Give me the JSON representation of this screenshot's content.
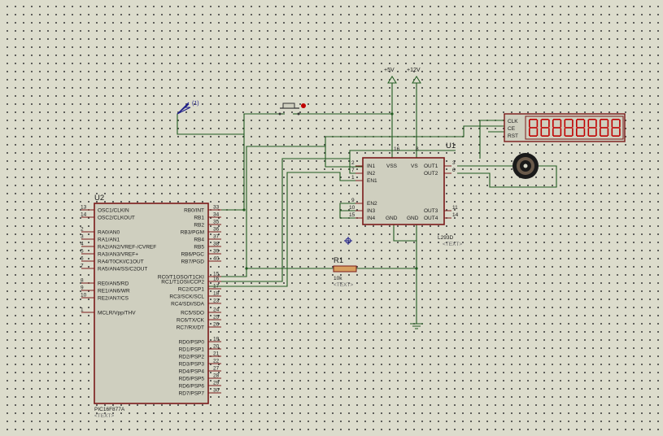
{
  "u2": {
    "ref": "U2",
    "part": "PIC16F877A",
    "text": "<TEXT>",
    "left_pins": [
      {
        "num": "13",
        "label": "OSC1/CLKIN"
      },
      {
        "num": "14",
        "label": "OSC2/CLKOUT"
      },
      {
        "num": "2",
        "label": "RA0/AN0"
      },
      {
        "num": "3",
        "label": "RA1/AN1"
      },
      {
        "num": "4",
        "label": "RA2/AN2/VREF-/CVREF"
      },
      {
        "num": "5",
        "label": "RA3/AN3/VREF+"
      },
      {
        "num": "6",
        "label": "RA4/T0CKI/C1OUT"
      },
      {
        "num": "7",
        "label": "RA5/AN4/SS/C2OUT"
      },
      {
        "num": "8",
        "label": "RE0/AN5/RD"
      },
      {
        "num": "9",
        "label": "RE1/AN6/WR"
      },
      {
        "num": "10",
        "label": "RE2/AN7/CS"
      },
      {
        "num": "1",
        "label": "MCLR/Vpp/THV"
      }
    ],
    "right_pins": [
      {
        "num": "33",
        "label": "RB0/INT"
      },
      {
        "num": "34",
        "label": "RB1"
      },
      {
        "num": "35",
        "label": "RB2"
      },
      {
        "num": "36",
        "label": "RB3/PGM"
      },
      {
        "num": "37",
        "label": "RB4"
      },
      {
        "num": "38",
        "label": "RB5"
      },
      {
        "num": "39",
        "label": "RB6/PGC"
      },
      {
        "num": "40",
        "label": "RB7/PGD"
      },
      {
        "num": "15",
        "label": "RC0/T1OSO/T1CKI"
      },
      {
        "num": "16",
        "label": "RC1/T1OSI/CCP2"
      },
      {
        "num": "17",
        "label": "RC2/CCP1"
      },
      {
        "num": "18",
        "label": "RC3/SCK/SCL"
      },
      {
        "num": "23",
        "label": "RC4/SDI/SDA"
      },
      {
        "num": "24",
        "label": "RC5/SDO"
      },
      {
        "num": "25",
        "label": "RC6/TX/CK"
      },
      {
        "num": "26",
        "label": "RC7/RX/DT"
      },
      {
        "num": "19",
        "label": "RD0/PSP0"
      },
      {
        "num": "20",
        "label": "RD1/PSP1"
      },
      {
        "num": "21",
        "label": "RD2/PSP2"
      },
      {
        "num": "22",
        "label": "RD3/PSP3"
      },
      {
        "num": "27",
        "label": "RD4/PSP4"
      },
      {
        "num": "28",
        "label": "RD5/PSP5"
      },
      {
        "num": "29",
        "label": "RD6/PSP6"
      },
      {
        "num": "30",
        "label": "RD7/PSP7"
      }
    ]
  },
  "u1": {
    "ref": "U1",
    "part": "L293D",
    "text": "<TEXT>",
    "pins": {
      "in1": {
        "num": "2",
        "label": "IN1"
      },
      "in2": {
        "num": "7",
        "label": "IN2"
      },
      "en1": {
        "num": "1",
        "label": "EN1"
      },
      "en2": {
        "num": "9",
        "label": "EN2"
      },
      "in3": {
        "num": "10",
        "label": "IN3"
      },
      "in4": {
        "num": "15",
        "label": "IN4"
      },
      "vss": {
        "num": "16",
        "label": "VSS"
      },
      "vs": {
        "num": "8",
        "label": "VS"
      },
      "out1": {
        "num": "3",
        "label": "OUT1"
      },
      "out2": {
        "num": "6",
        "label": "OUT2"
      },
      "out3": {
        "num": "11",
        "label": "OUT3"
      },
      "out4": {
        "num": "14",
        "label": "OUT4"
      },
      "gnd1": "GND",
      "gnd2": "GND"
    }
  },
  "r1": {
    "ref": "R1",
    "value": "10k",
    "text": "<TEXT>"
  },
  "power": {
    "v5": "+5V",
    "v12": "+12V"
  },
  "probe_label": "(1)",
  "lcd": {
    "clk": "CLK",
    "ce": "CE",
    "rst": "RST"
  }
}
